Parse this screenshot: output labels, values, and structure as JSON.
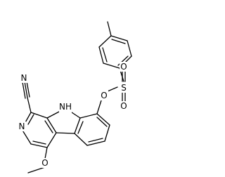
{
  "molecule": {
    "atoms": [
      {
        "id": "N_nitrile",
        "symbol": "N"
      },
      {
        "id": "N_pyridine",
        "symbol": "N"
      },
      {
        "id": "N_indole",
        "symbol": "NH"
      },
      {
        "id": "O_ester",
        "symbol": "O"
      },
      {
        "id": "S",
        "symbol": "S"
      },
      {
        "id": "O_sulfonyl_a",
        "symbol": "O"
      },
      {
        "id": "O_sulfonyl_b",
        "symbol": "O"
      },
      {
        "id": "O_methoxy",
        "symbol": "O"
      }
    ]
  }
}
